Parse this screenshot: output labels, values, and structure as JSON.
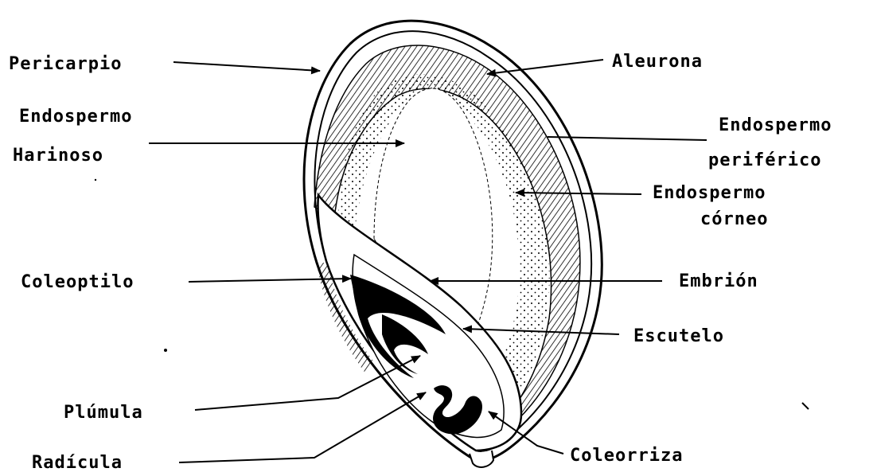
{
  "labels": {
    "pericarpio": "Pericarpio",
    "aleurona": "Aleurona",
    "endospermo_harinoso_1": "Endospermo",
    "endospermo_harinoso_2": "Harinoso",
    "endospermo_periferico_1": "Endospermo",
    "endospermo_periferico_2": "periférico",
    "endospermo_corneo_1": "Endospermo",
    "endospermo_corneo_2": "córneo",
    "coleoptilo": "Coleoptilo",
    "embrion": "Embrión",
    "escutelo": "Escutelo",
    "plumula": "Plúmula",
    "radicula": "Radícula",
    "coleorriza": "Coleorriza"
  },
  "colors": {
    "ink": "#000000",
    "paper": "#ffffff"
  }
}
